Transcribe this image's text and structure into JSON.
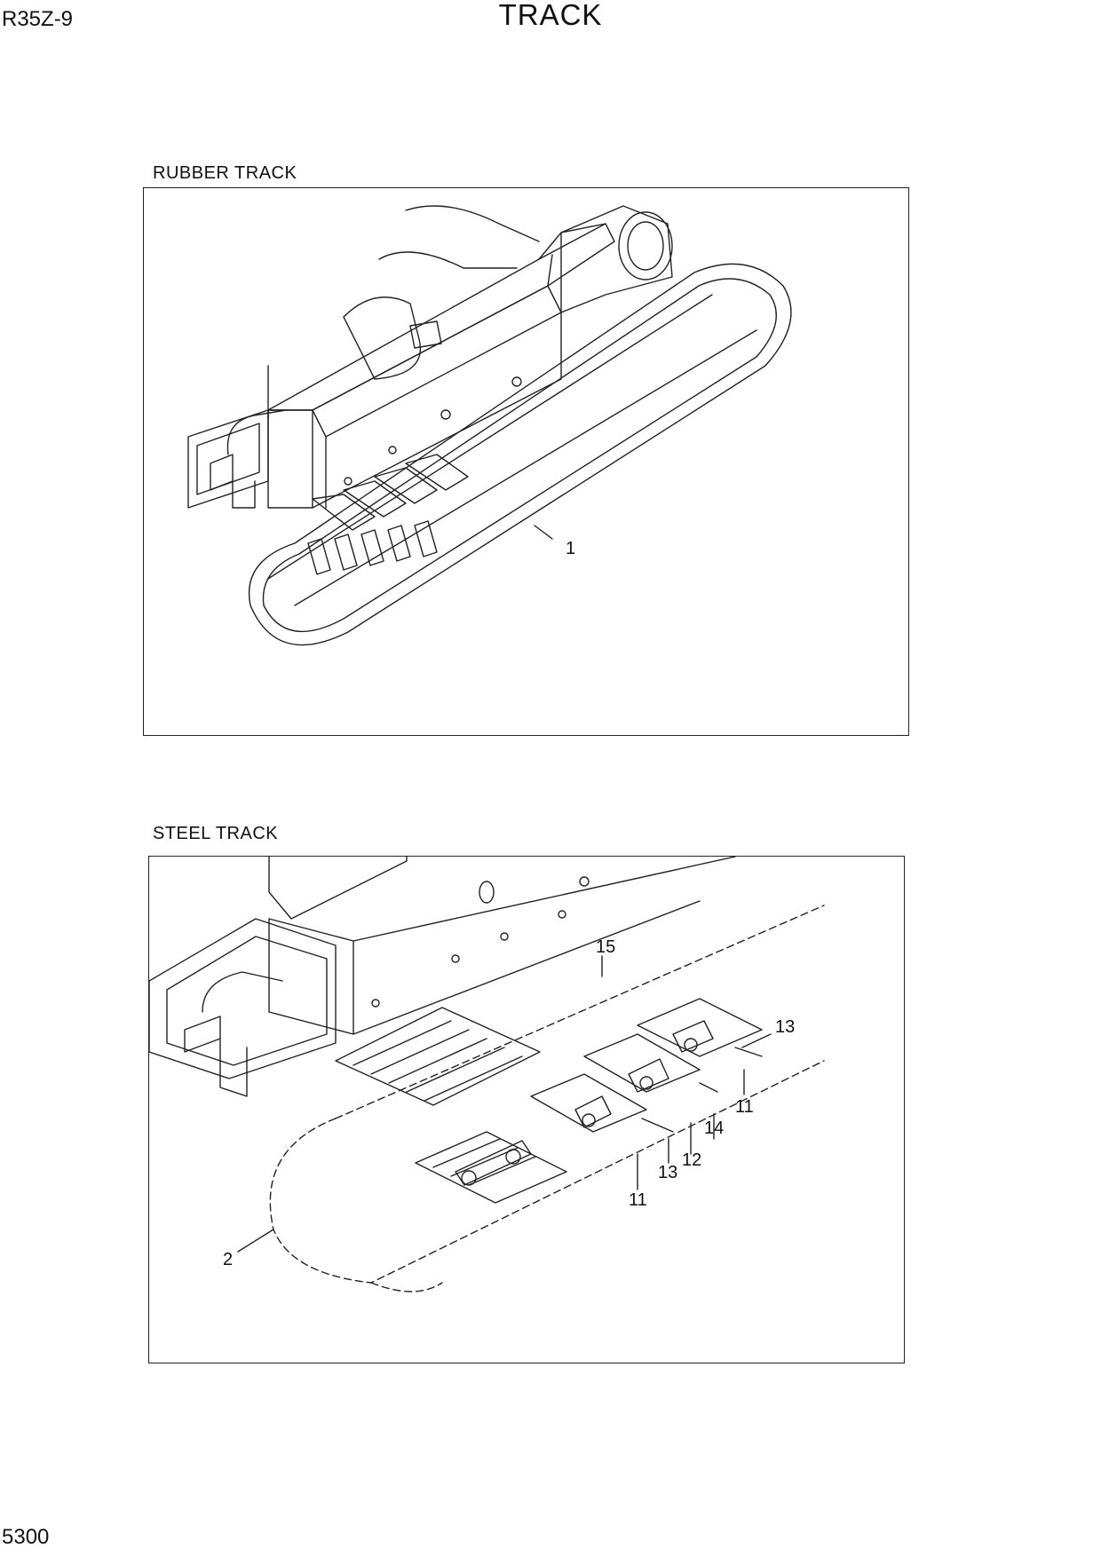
{
  "header": {
    "model": "R35Z-9",
    "title": "TRACK"
  },
  "sections": [
    {
      "label": "RUBBER TRACK",
      "callouts": [
        "1"
      ]
    },
    {
      "label": "STEEL TRACK",
      "callouts": [
        "15",
        "13",
        "11",
        "14",
        "12",
        "13",
        "11",
        "2"
      ]
    }
  ],
  "footer": {
    "page_number": "5300"
  }
}
